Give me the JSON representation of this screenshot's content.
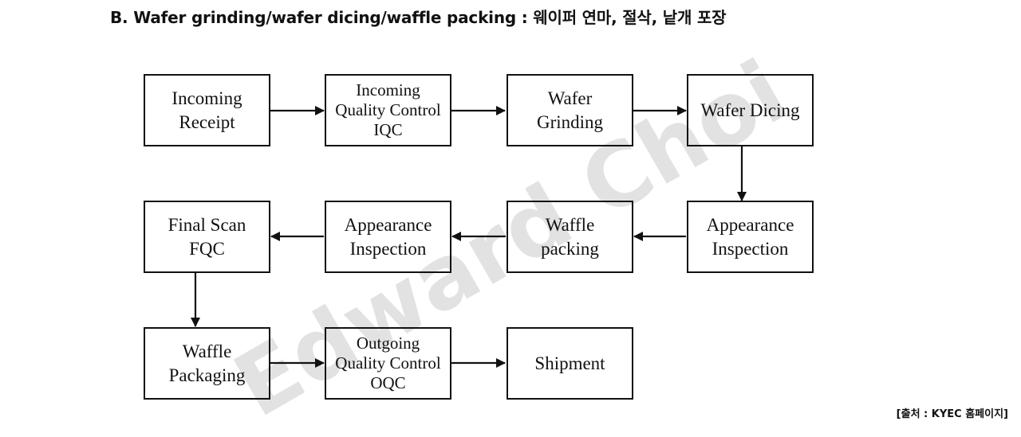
{
  "title": "B. Wafer grinding/wafer dicing/waffle packing : 웨이퍼 연마, 절삭, 낱개 포장",
  "watermark": "Edward Choi",
  "source": "[출처 : KYEC 홈페이지]",
  "nodes": {
    "incoming_receipt": "Incoming\nReceipt",
    "iqc": "Incoming\nQuality Control\nIQC",
    "wafer_grinding": "Wafer\nGrinding",
    "wafer_dicing": "Wafer Dicing",
    "appearance_inspection_1": "Appearance\nInspection",
    "waffle_packing": "Waffle\npacking",
    "appearance_inspection_2": "Appearance\nInspection",
    "final_scan_fqc": "Final Scan\nFQC",
    "waffle_packaging": "Waffle\nPackaging",
    "oqc": "Outgoing\nQuality Control\nOQC",
    "shipment": "Shipment"
  },
  "edges": [
    [
      "incoming_receipt",
      "iqc"
    ],
    [
      "iqc",
      "wafer_grinding"
    ],
    [
      "wafer_grinding",
      "wafer_dicing"
    ],
    [
      "wafer_dicing",
      "appearance_inspection_1"
    ],
    [
      "appearance_inspection_1",
      "waffle_packing"
    ],
    [
      "waffle_packing",
      "appearance_inspection_2"
    ],
    [
      "appearance_inspection_2",
      "final_scan_fqc"
    ],
    [
      "final_scan_fqc",
      "waffle_packaging"
    ],
    [
      "waffle_packaging",
      "oqc"
    ],
    [
      "oqc",
      "shipment"
    ]
  ]
}
